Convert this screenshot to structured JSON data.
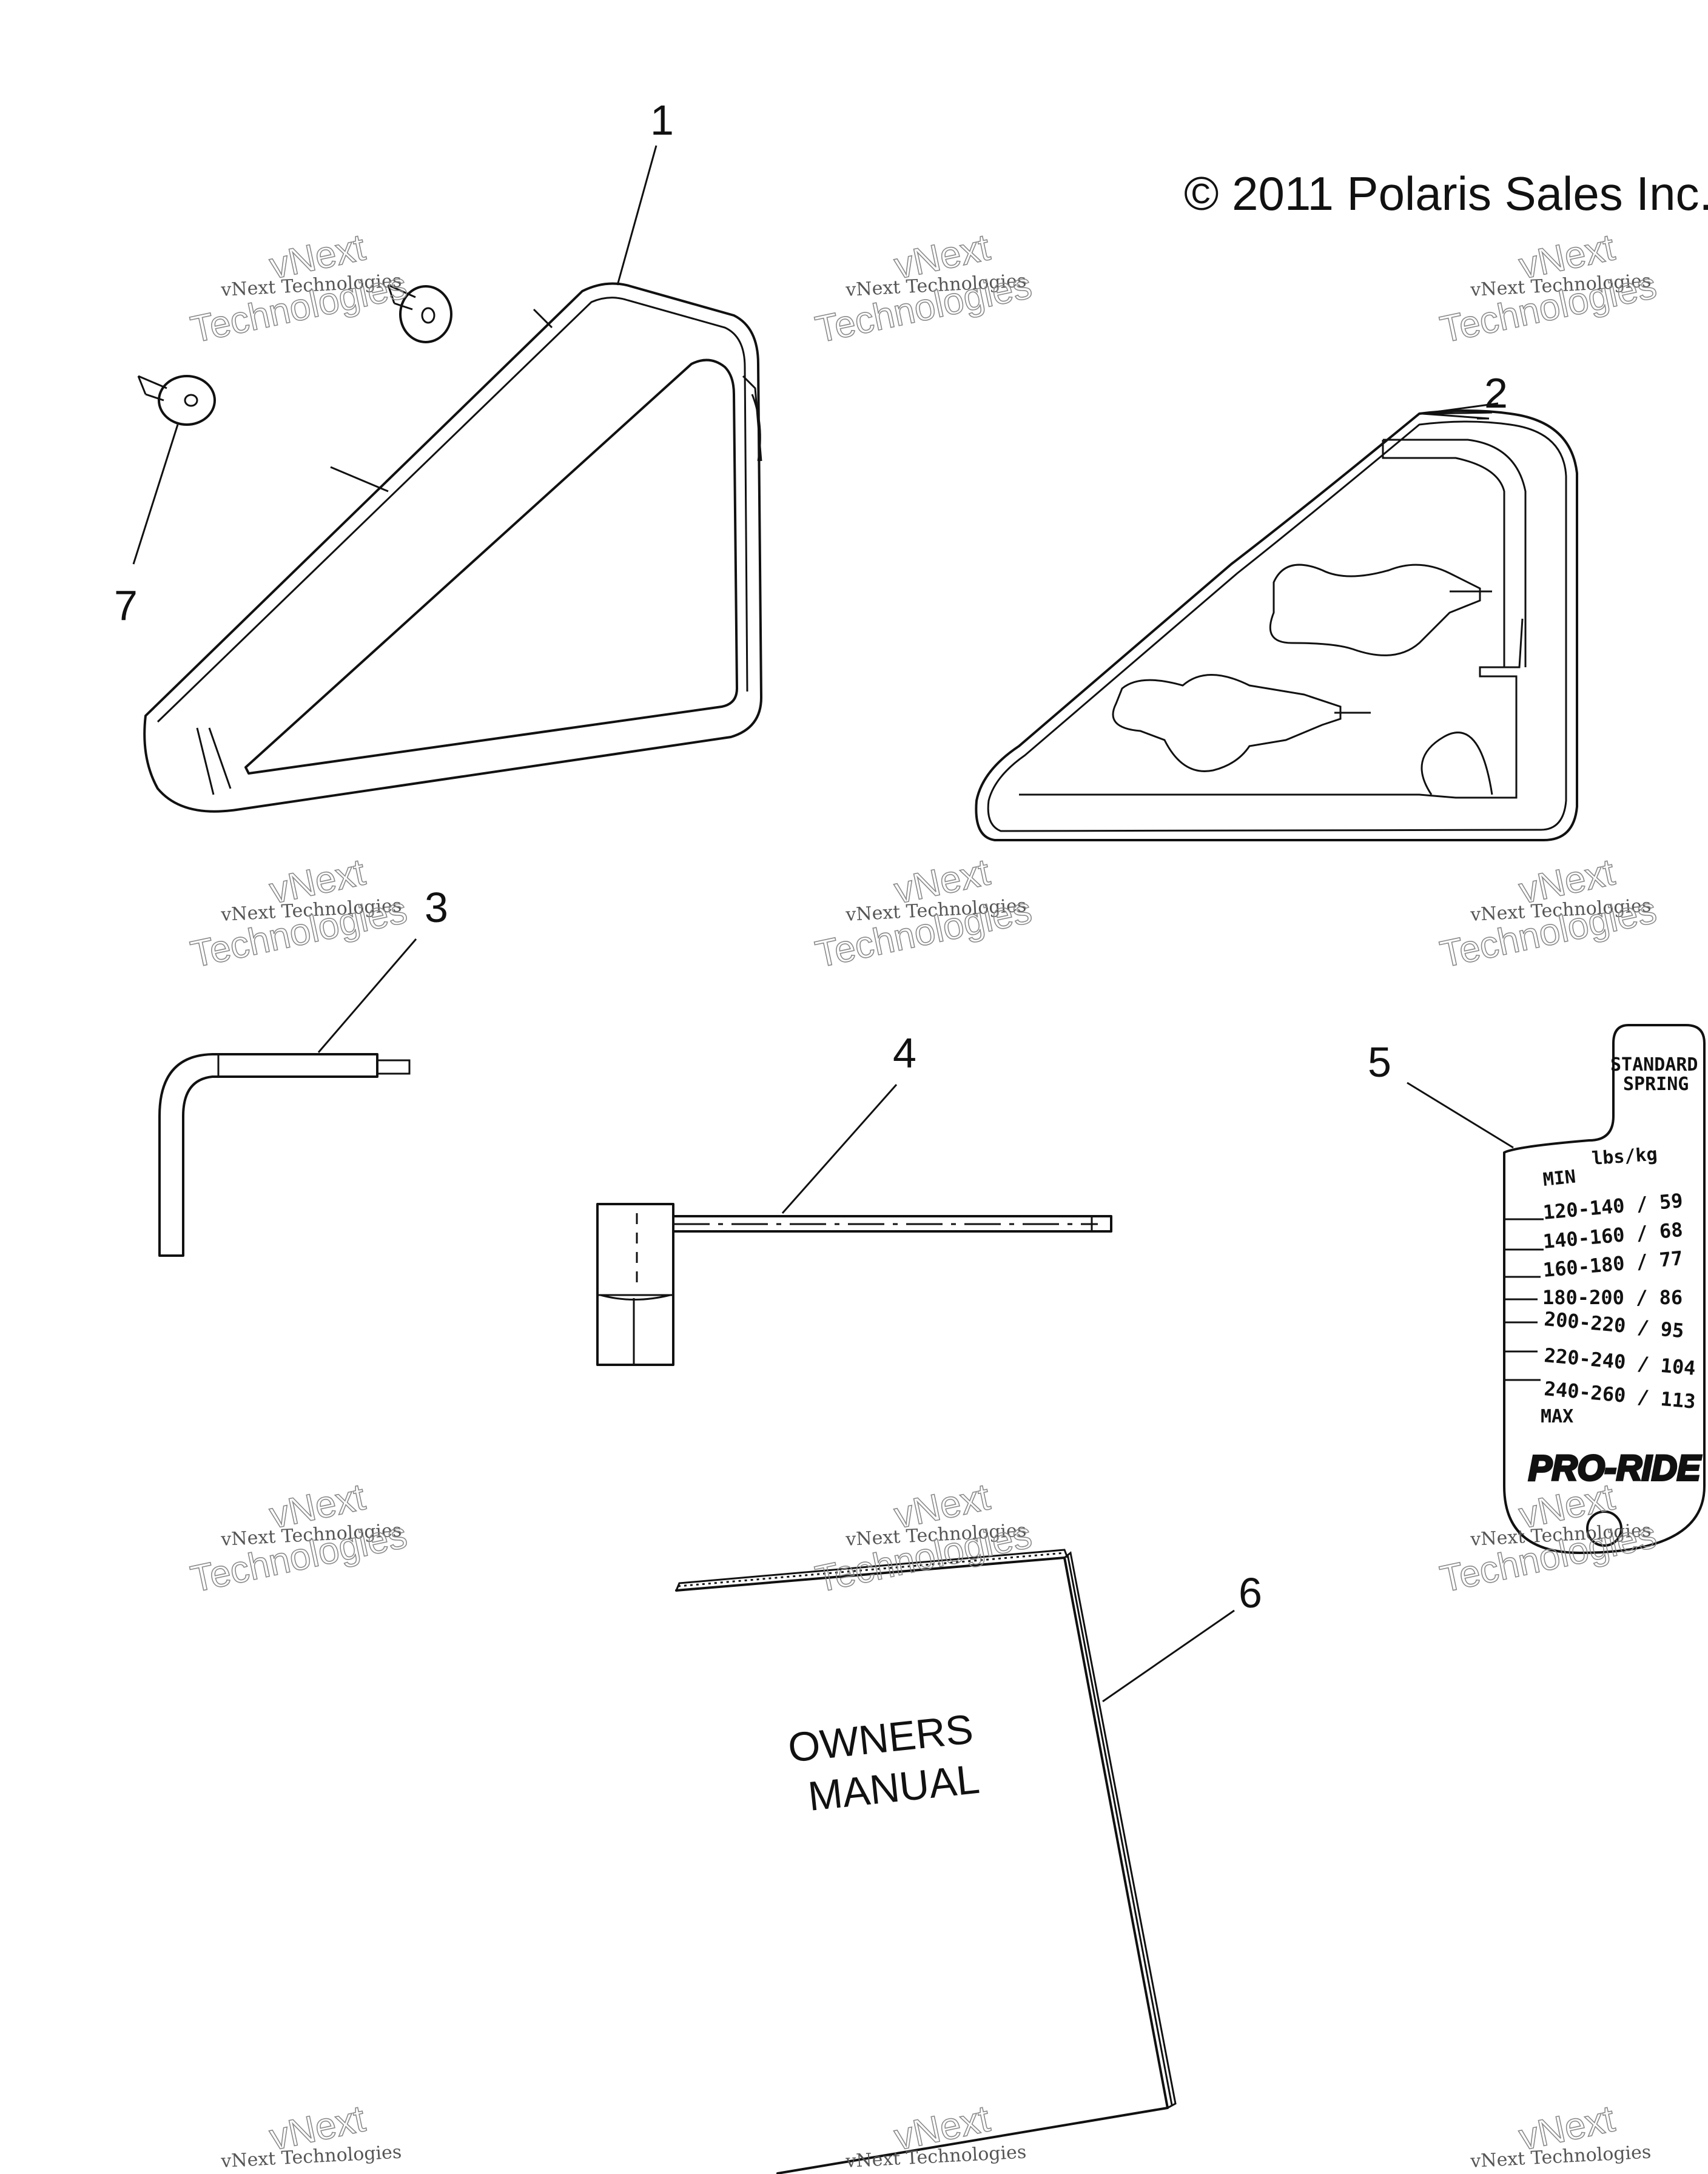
{
  "copyright": "© 2011 Polaris Sales Inc.",
  "watermark": {
    "line_small": "vNext Technologies",
    "line_big_1": "vNext",
    "line_big_2": "Technologies"
  },
  "callouts": [
    {
      "id": "1",
      "label": "1"
    },
    {
      "id": "2",
      "label": "2"
    },
    {
      "id": "3",
      "label": "3"
    },
    {
      "id": "4",
      "label": "4"
    },
    {
      "id": "5",
      "label": "5"
    },
    {
      "id": "6",
      "label": "6"
    },
    {
      "id": "7",
      "label": "7"
    }
  ],
  "decal": {
    "header_1": "STANDARD",
    "header_2": "SPRING",
    "units": "lbs/kg",
    "min": "MIN",
    "max": "MAX",
    "rows": [
      "120-140 / 59",
      "140-160 / 68",
      "160-180 / 77",
      "180-200 / 86",
      "200-220 / 95",
      "220-240 / 104",
      "240-260 / 113"
    ],
    "brand": "PRO-RIDE"
  },
  "manual": {
    "line_1": "OWNERS",
    "line_2": "MANUAL"
  }
}
